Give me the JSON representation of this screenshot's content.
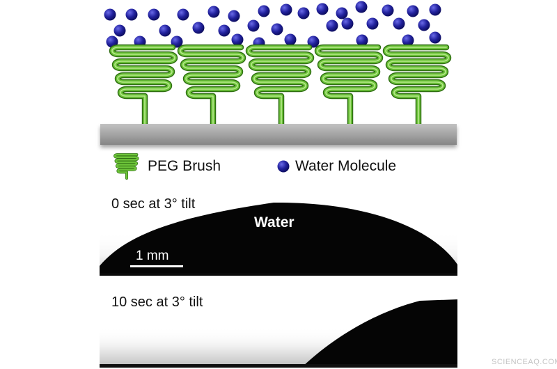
{
  "legend": {
    "peg_label": "PEG Brush",
    "water_label": "Water Molecule"
  },
  "panels": {
    "top_caption": "0 sec at 3° tilt",
    "water_label": "Water",
    "scale_bar": "1 mm",
    "bottom_caption": "10 sec at 3° tilt"
  },
  "watermark": "SCIENCEAQ.COM",
  "colors": {
    "peg_green": "#6dc43a",
    "peg_dark": "#2f6e12",
    "molecule_blue": "#1a1a99",
    "substrate": "#a3a3a3",
    "droplet": "#050505"
  }
}
